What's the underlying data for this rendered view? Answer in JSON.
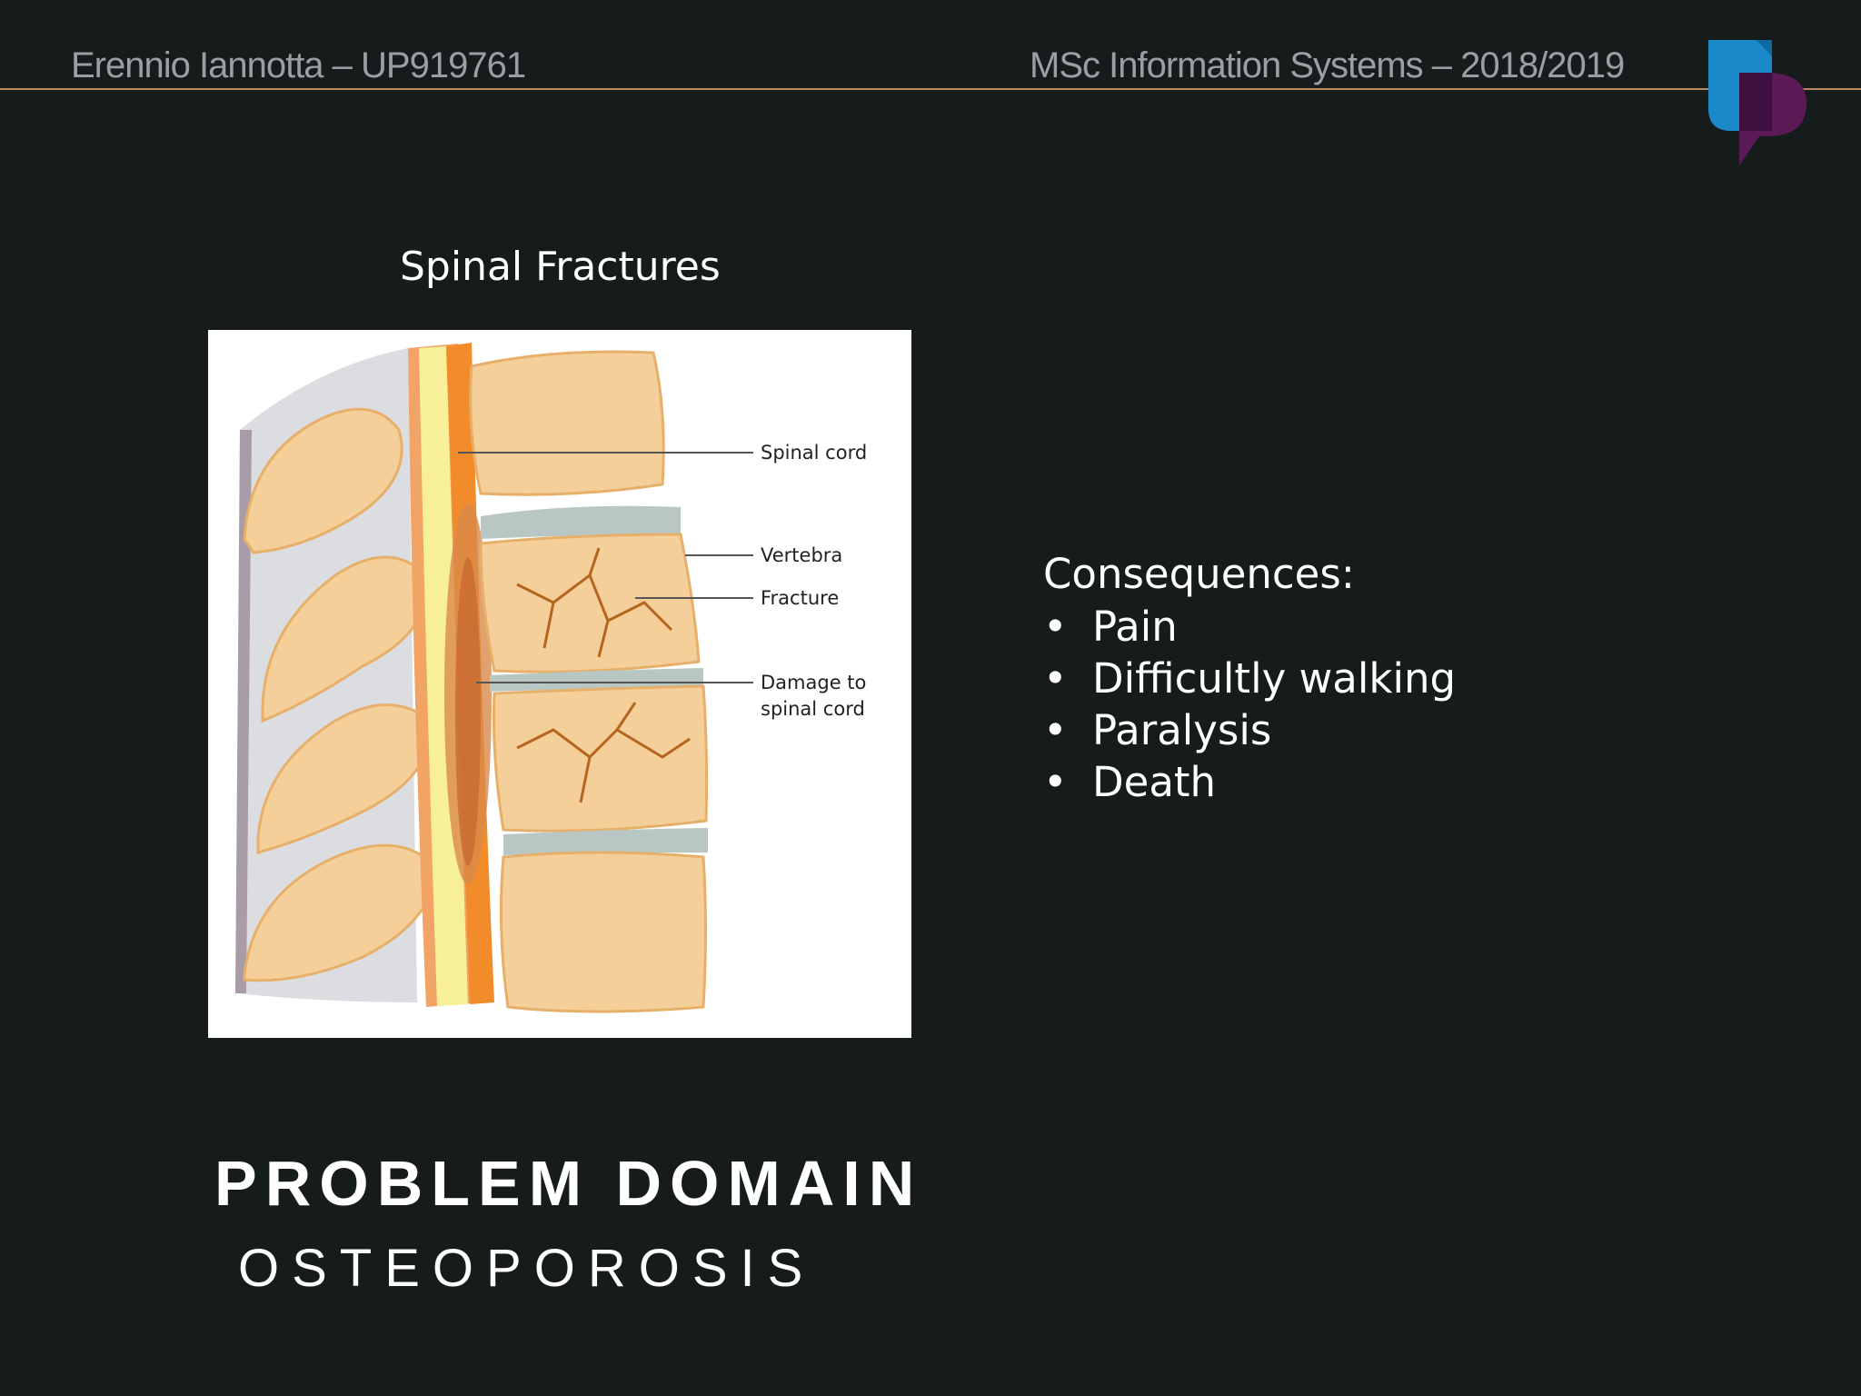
{
  "header": {
    "author": "Erennio  Iannotta – UP919761",
    "course": "MSc Information Systems – 2018/2019"
  },
  "logo": {
    "icon": "university-logo",
    "colors": [
      "#1a88c9",
      "#5a1a56",
      "#7a1e70"
    ]
  },
  "figure": {
    "title": "Spinal Fractures",
    "labels": {
      "spinal_cord": "Spinal cord",
      "vertebra": "Vertebra",
      "fracture": "Fracture",
      "damage_line1": "Damage to",
      "damage_line2": "spinal cord"
    }
  },
  "consequences": {
    "heading": "Consequences:",
    "bullet": "•",
    "items": [
      "Pain",
      "Difficultly walking",
      "Paralysis",
      "Death"
    ]
  },
  "slide": {
    "title": "PROBLEM DOMAIN",
    "subtitle": "OSTEOPOROSIS"
  },
  "colors": {
    "background": "#161b1c",
    "rule": "#b9875e",
    "header_text": "#9aa0a2"
  }
}
